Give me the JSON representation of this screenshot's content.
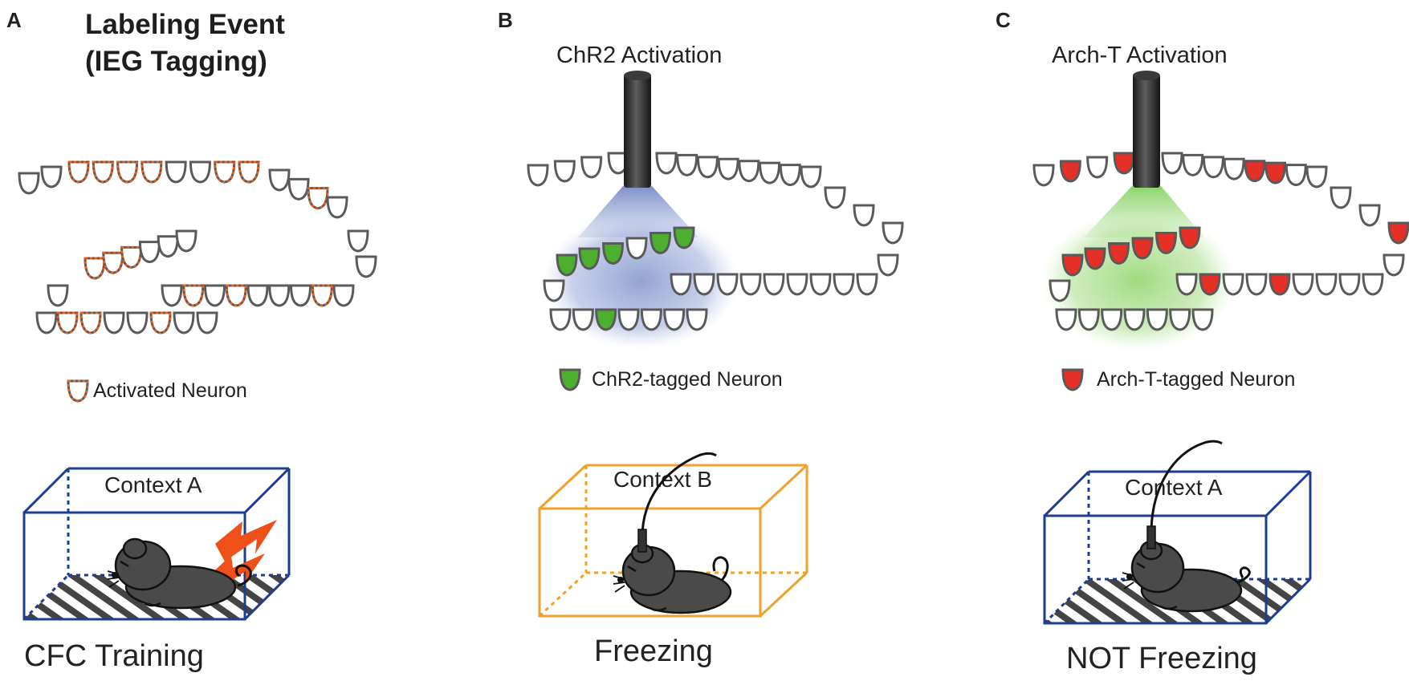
{
  "panels": [
    {
      "letter": "A",
      "title_line1": "Labeling Event",
      "title_line2": "(IEG Tagging)",
      "legend": "Activated Neuron",
      "context": "Context A",
      "caption": "CFC Training"
    },
    {
      "letter": "B",
      "title": "ChR2 Activation",
      "legend": "ChR2-tagged Neuron",
      "context": "Context B",
      "caption": "Freezing"
    },
    {
      "letter": "C",
      "title": "Arch-T Activation",
      "legend": "Arch-T-tagged Neuron",
      "context": "Context A",
      "caption": "NOT Freezing"
    }
  ],
  "colors": {
    "neuron_outline": "#5a5a5a",
    "activated_dash": "#e8601c",
    "chr2_tag": "#4caf2e",
    "archt_tag": "#e53027",
    "blue_light": "#6f84c4",
    "green_light": "#8fd46a",
    "context_a_box": "#1d3c94",
    "context_b_box": "#f0a12a",
    "shock": "#ef4f18",
    "mouse": "#4a4a4a",
    "fiber": "#2b2b2b"
  }
}
